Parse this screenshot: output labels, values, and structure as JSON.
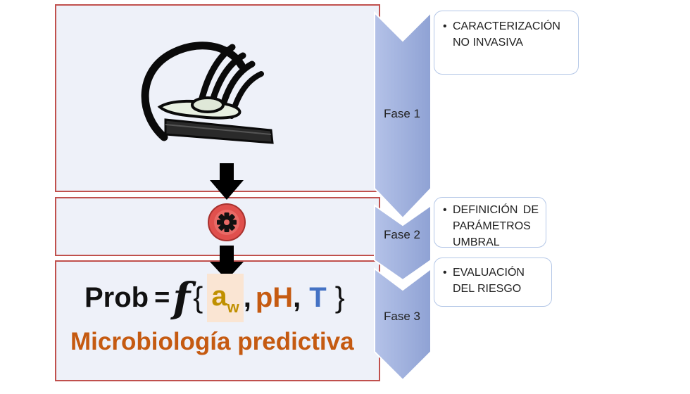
{
  "phases": [
    {
      "label": "Fase 1",
      "callout": "CARACTERIZACIÓN NO INVASIVA"
    },
    {
      "label": "Fase 2",
      "callout": "DEFINICIÓN DE PARÁMETROS UMBRAL"
    },
    {
      "label": "Fase 3",
      "callout": "EVALUACIÓN DEL RIESGO"
    }
  ],
  "formula": {
    "prob": "Prob",
    "equals": "=",
    "function": "f",
    "brace_open": "{",
    "aw": "a",
    "aw_sub": "w",
    "comma": ",",
    "ph": "pH",
    "t": "T",
    "brace_close": "}"
  },
  "subtitle": "Microbiología predictiva",
  "bullet": "•",
  "icons": [
    "ct-scanner-icon",
    "gear-icon",
    "down-arrow-icon"
  ],
  "colors": {
    "panel_border": "#c0504d",
    "panel_fill": "#eef1f9",
    "chevron": "#9aabd8",
    "subtitle": "#c55a11",
    "aw": "#c09000",
    "ph": "#c55a11",
    "t": "#4472c4",
    "aw_highlight": "#fae5d3",
    "gear_circle": "#e0504d"
  }
}
